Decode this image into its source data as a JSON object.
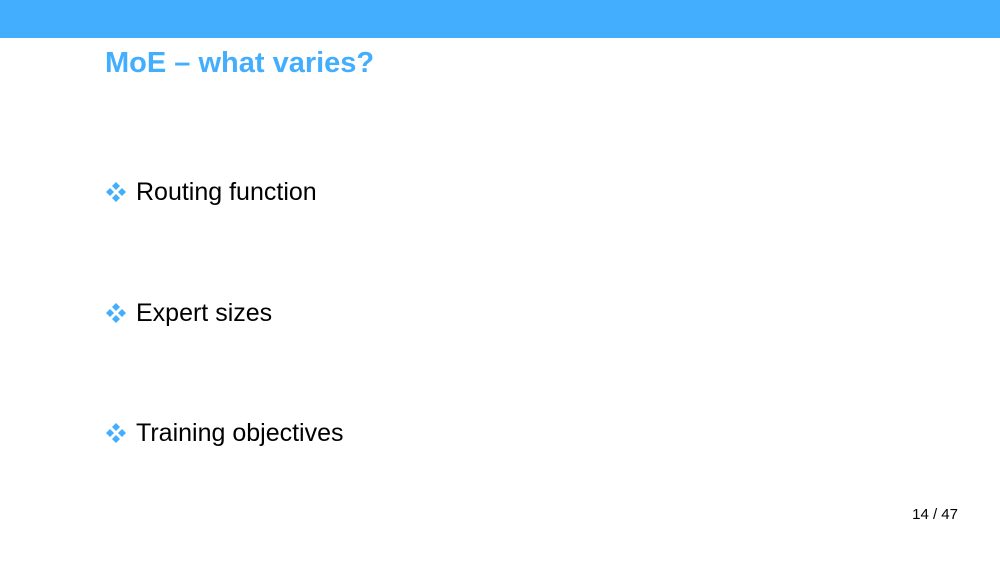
{
  "slide": {
    "title": "MoE – what varies?",
    "bullets": [
      {
        "icon": "diamond-cluster-icon",
        "text": "Routing function"
      },
      {
        "icon": "diamond-cluster-icon",
        "text": "Expert sizes"
      },
      {
        "icon": "diamond-cluster-icon",
        "text": "Training objectives"
      }
    ],
    "page_number": "14 / 47"
  },
  "colors": {
    "accent": "#42aefd",
    "text": "#000000",
    "background": "#ffffff"
  }
}
